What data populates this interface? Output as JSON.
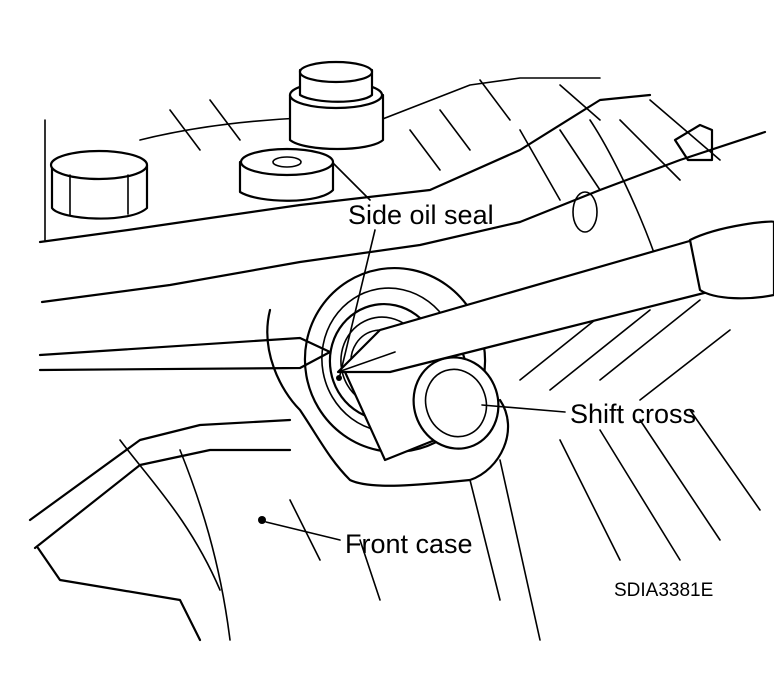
{
  "labels": {
    "side_oil_seal": "Side oil seal",
    "shift_cross": "Shift cross",
    "front_case": "Front case"
  },
  "figure_code": "SDIA3381E"
}
